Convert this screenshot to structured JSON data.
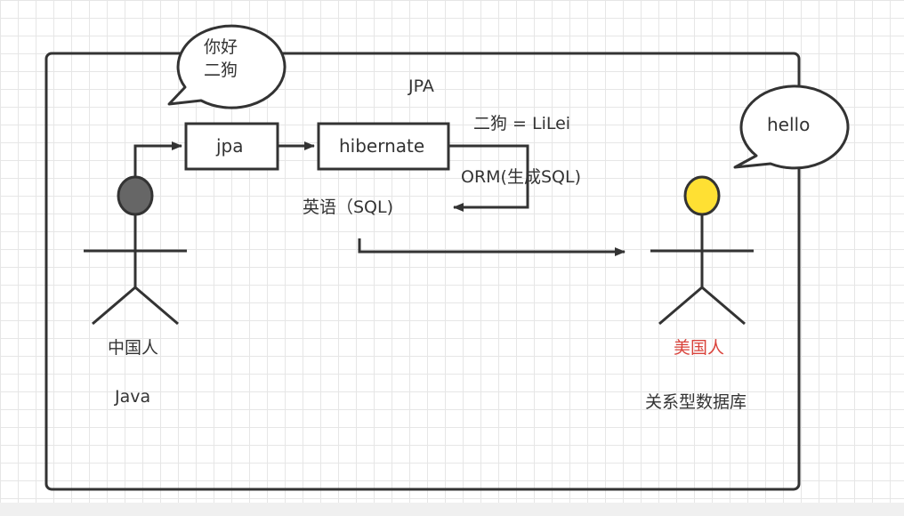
{
  "diagram": {
    "frame_title": "JPA",
    "bubble_left": {
      "line1": "你好",
      "line2": "二狗"
    },
    "bubble_right": "hello",
    "box_jpa": "jpa",
    "box_hibernate": "hibernate",
    "mapping_label": "二狗 = LiLei",
    "orm_label": "ORM(生成SQL)",
    "sql_label": "英语（SQL)",
    "actor_left": {
      "name": "中国人",
      "caption": "Java",
      "head_color": "#666666"
    },
    "actor_right": {
      "name": "美国人",
      "caption": "关系型数据库",
      "head_color": "#ffe033",
      "name_color": "#d9433b"
    }
  }
}
